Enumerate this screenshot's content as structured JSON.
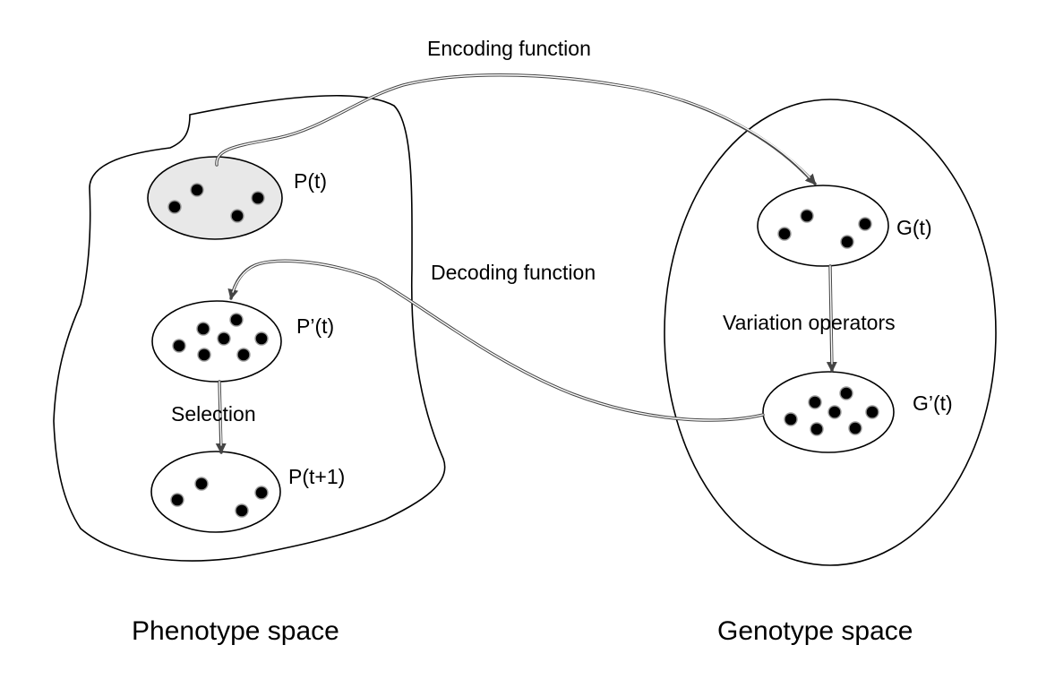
{
  "spaces": {
    "phenotype_label": "Phenotype space",
    "genotype_label": "Genotype space"
  },
  "populations": {
    "p_t": "P(t)",
    "p_prime_t": "P’(t)",
    "p_t_plus_1": "P(t+1)",
    "g_t": "G(t)",
    "g_prime_t": "G’(t)"
  },
  "arrows": {
    "encoding": "Encoding function",
    "decoding": "Decoding function",
    "selection": "Selection",
    "variation": "Variation operators"
  },
  "colors": {
    "line": "#000000",
    "arrow": "#444444",
    "pop_fill": "#ffffff",
    "pop_fill_highlight": "#e8e8e8",
    "dot": "#000000"
  }
}
